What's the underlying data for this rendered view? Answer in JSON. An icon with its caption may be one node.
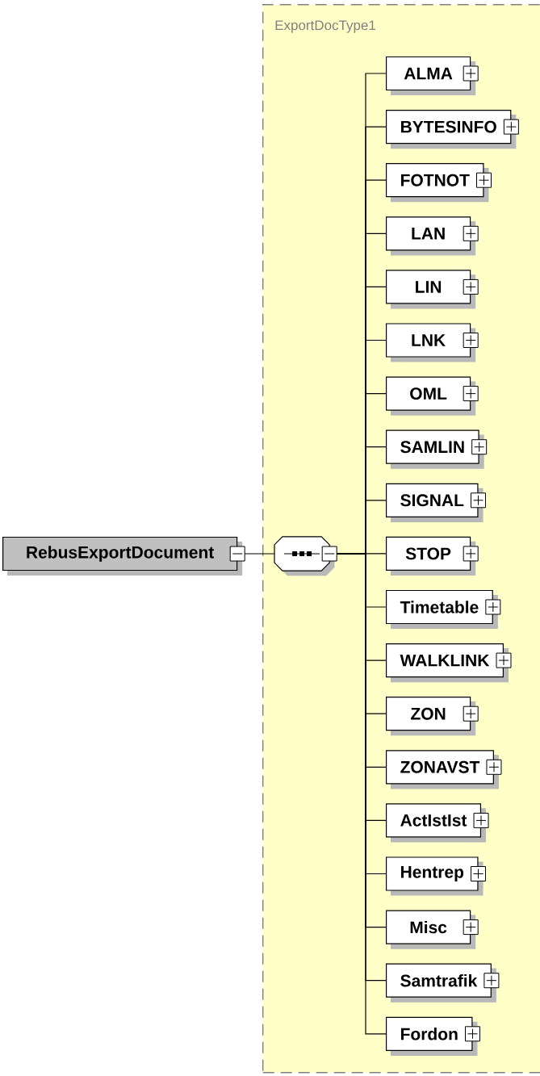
{
  "diagram": {
    "nodes": [
      {
        "text": [
          "ExportDocType1"
        ]
      },
      {
        "text": [
          "RebusExportDocument"
        ]
      },
      {
        "text": [],
        "shape": "octagon",
        "in": 0
      },
      {
        "text": [
          "ALMA"
        ],
        "in": 0
      },
      {
        "text": [
          "BYTESINFO"
        ],
        "in": 0
      },
      {
        "text": [
          "FOTNOT"
        ],
        "in": 0
      },
      {
        "text": [
          "LAN"
        ],
        "in": 0
      },
      {
        "text": [
          "LIN"
        ],
        "in": 0
      },
      {
        "text": [
          "LNK"
        ],
        "in": 0
      },
      {
        "text": [
          "OML"
        ],
        "in": 0
      },
      {
        "text": [
          "SAMLIN"
        ],
        "in": 0
      },
      {
        "text": [
          "SIGNAL"
        ],
        "in": 0
      },
      {
        "text": [
          "STOP"
        ],
        "in": 0
      },
      {
        "text": [
          "Timetable"
        ],
        "in": 0
      },
      {
        "text": [
          "WALKLINK"
        ],
        "in": 0
      },
      {
        "text": [
          "ZON"
        ],
        "in": 0
      },
      {
        "text": [
          "ZONAVST"
        ],
        "in": 0
      },
      {
        "text": [
          "ActIstIst"
        ],
        "in": 0
      },
      {
        "text": [
          "Hentrep"
        ],
        "in": 0
      },
      {
        "text": [
          "Misc"
        ],
        "in": 0
      },
      {
        "text": [
          "Samtrafik"
        ],
        "in": 0
      },
      {
        "text": [
          "Fordon"
        ],
        "in": 0
      }
    ],
    "edges": [
      {
        "from": 1,
        "to": 2,
        "arrow": "none"
      },
      {
        "from": 2,
        "to": 3,
        "arrow": "none"
      },
      {
        "from": 2,
        "to": 4,
        "arrow": "none"
      },
      {
        "from": 2,
        "to": 5,
        "arrow": "none"
      },
      {
        "from": 2,
        "to": 6,
        "arrow": "none"
      },
      {
        "from": 2,
        "to": 7,
        "arrow": "none"
      },
      {
        "from": 2,
        "to": 8,
        "arrow": "none"
      },
      {
        "from": 2,
        "to": 9,
        "arrow": "none"
      },
      {
        "from": 2,
        "to": 10,
        "arrow": "none"
      },
      {
        "from": 2,
        "to": 11,
        "arrow": "none"
      },
      {
        "from": 2,
        "to": 12,
        "arrow": "none"
      },
      {
        "from": 2,
        "to": 13,
        "arrow": "none"
      },
      {
        "from": 2,
        "to": 14,
        "arrow": "none"
      },
      {
        "from": 2,
        "to": 15,
        "arrow": "none"
      },
      {
        "from": 2,
        "to": 16,
        "arrow": "none"
      },
      {
        "from": 2,
        "to": 17,
        "arrow": "none"
      },
      {
        "from": 2,
        "to": 18,
        "arrow": "none"
      },
      {
        "from": 2,
        "to": 19,
        "arrow": "none"
      },
      {
        "from": 2,
        "to": 20,
        "arrow": "none"
      },
      {
        "from": 2,
        "to": 21,
        "arrow": "none"
      }
    ]
  }
}
